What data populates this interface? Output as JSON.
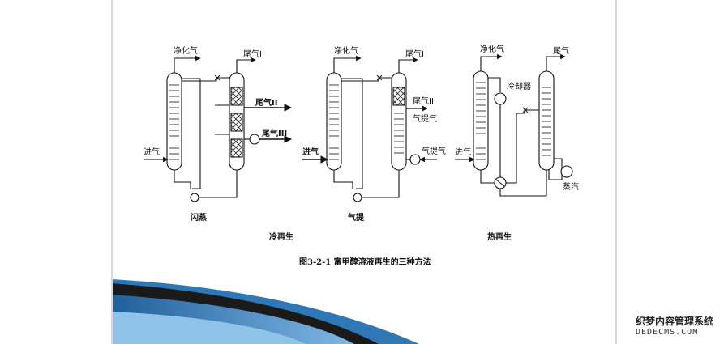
{
  "diagram": {
    "caption": "图3-2-1 富甲醇溶液再生的三种方法",
    "group_labels": {
      "cold_regeneration": "冷再生",
      "hot_regeneration": "热再生"
    },
    "flash": {
      "name": "闪蒸",
      "clean_gas": "净化气",
      "tail_gas_1": "尾气I",
      "tail_gas_2": "尾气II",
      "tail_gas_3": "尾气III",
      "feed_gas": "进气"
    },
    "stripping": {
      "name": "气提",
      "clean_gas": "净化气",
      "tail_gas_1": "尾气I",
      "tail_gas_2": "尾气II",
      "strip_gas_out": "气提气",
      "strip_gas_in": "气提气",
      "feed_gas": "进气"
    },
    "hot": {
      "clean_gas": "净化气",
      "tail_gas": "尾气",
      "cooler": "冷却器",
      "steam": "蒸汽",
      "feed_gas": "进气"
    }
  },
  "watermark": {
    "line1": "织梦内容管理系统",
    "line2": "DEDECMS.COM"
  },
  "colors": {
    "slide_background": "#ffffff",
    "wave_dark": "#1a1a1a",
    "wave_blue": "#2f77b5",
    "wave_light": "#8fc3e8"
  }
}
